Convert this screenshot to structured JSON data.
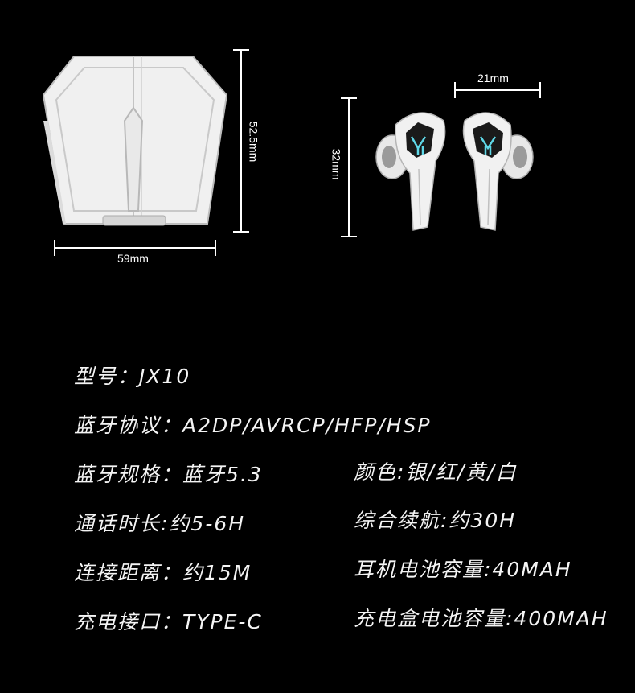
{
  "dimensions": {
    "case_width": "59mm",
    "case_height": "52.5mm",
    "earbud_width": "21mm",
    "earbud_height": "32mm"
  },
  "specs_left": [
    "型号：JX10",
    "蓝牙协议：A2DP/AVRCP/HFP/HSP",
    "蓝牙规格：蓝牙5.3",
    "通话时长:约5-6H",
    "连接距离：约15M",
    "充电接口：TYPE-C"
  ],
  "specs_right": [
    "颜色:银/红/黄/白",
    "综合续航:约30H",
    "耳机电池容量:40MAH",
    "充电盒电池容量:400MAH"
  ],
  "colors": {
    "background": "#000000",
    "product": "#f2f2f2",
    "accent": "#5fd8e8"
  }
}
